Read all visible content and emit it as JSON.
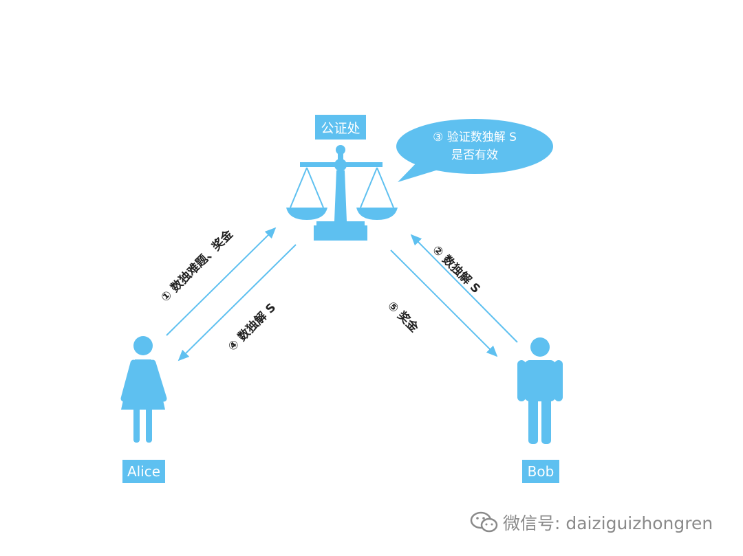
{
  "nodes": {
    "notary": "公证处",
    "alice": "Alice",
    "bob": "Bob"
  },
  "bubble": {
    "line1": "③ 验证数独解 S",
    "line2": "是否有效"
  },
  "edges": {
    "step1": "① 数独难题、奖金",
    "step2": "② 数独解 S",
    "step4": "④ 数独解 S",
    "step5": "⑤ 奖金"
  },
  "watermark": {
    "text": "微信号: daiziguizhongren",
    "icon": "wechat-icon"
  },
  "colors": {
    "accent": "#5ec0f0",
    "label_text": "#222222",
    "watermark": "#8a8a8a"
  }
}
